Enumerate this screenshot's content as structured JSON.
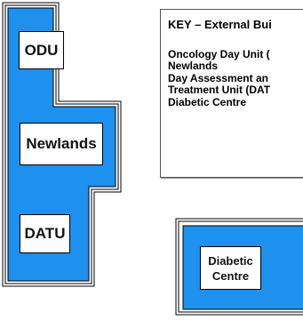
{
  "key": {
    "title": "KEY – External Bui",
    "items": [
      "Oncology Day Unit (",
      "Newlands",
      "Day Assessment an",
      "Treatment Unit (DAT",
      "Diabetic Centre"
    ]
  },
  "buildings": {
    "odu": "ODU",
    "newlands": "Newlands",
    "datu": "DATU",
    "diabetic_line1": "Diabetic",
    "diabetic_line2": "Centre"
  },
  "colors": {
    "building_fill": "#1e90ee",
    "outline": "#000000",
    "background": "#ffffff"
  }
}
